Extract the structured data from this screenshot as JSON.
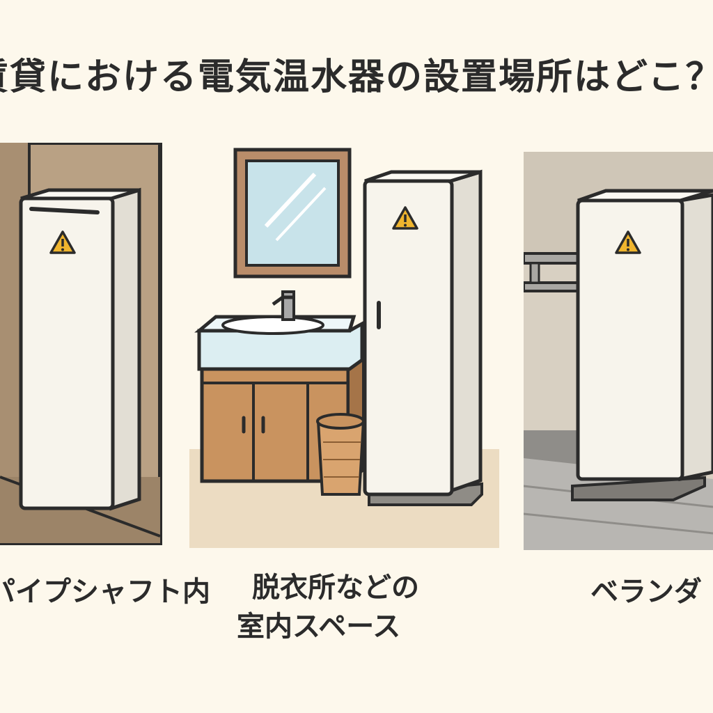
{
  "title": "賃貸における電気温水器の設置場所はどこ？",
  "panels": [
    {
      "caption": "パイプシャフト内"
    },
    {
      "caption_line1": "脱衣所などの",
      "caption_line2": "室内スペース"
    },
    {
      "caption": "ベランダ"
    }
  ],
  "icons": {
    "warning": "warning-triangle-icon"
  },
  "colors": {
    "background": "#fdf8ec",
    "heater_body": "#f7f4ec",
    "heater_side": "#e2ded4",
    "outline": "#2b2b2b",
    "warning": "#f0b52e",
    "shaft_wall": "#b9a184",
    "cabinet": "#c9935f",
    "sink": "#dceef2",
    "mirror": "#c8e3ea",
    "balcony_wall": "#d8d0c2",
    "balcony_floor": "#b8b6b2"
  }
}
